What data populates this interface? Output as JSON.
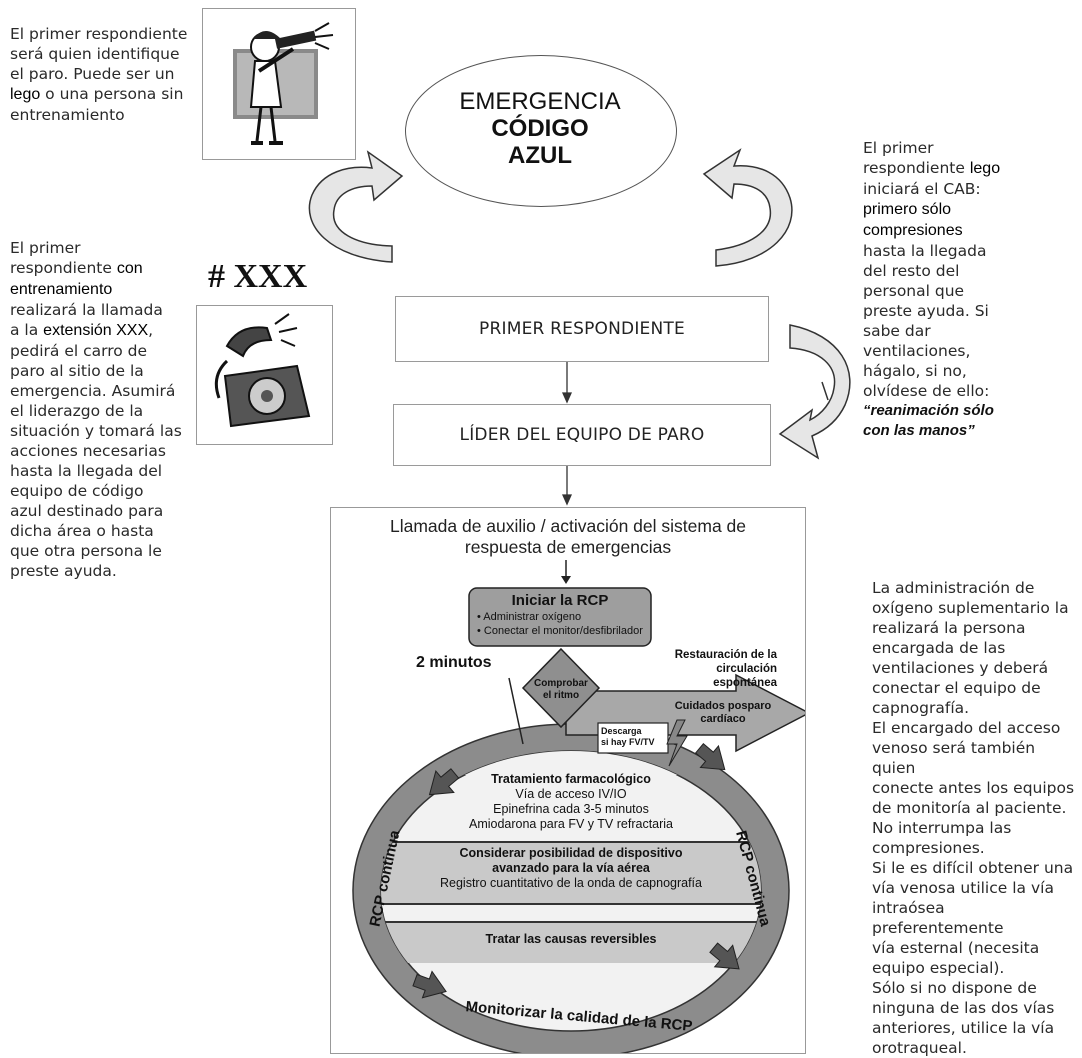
{
  "top_left_note": {
    "line1": "El primer respondiente",
    "line2": "será quien identifique",
    "line3": "el paro. Puede ser un",
    "lego": "lego",
    "line4_rest": " o una persona sin",
    "line5": "entrenamiento"
  },
  "emergency": {
    "line1": "EMERGENCIA",
    "line2": "CÓDIGO",
    "line3": "AZUL"
  },
  "ext_label": "# XXX",
  "left_note": {
    "l1": "El primer",
    "l2a": "respondiente ",
    "con": "con",
    "entrenamiento": "entrenamiento",
    "l4": "realizará la llamada",
    "l5a": "a la ",
    "ext": "extensión XXX",
    "l5b": ",",
    "l6": "pedirá el carro de",
    "l7": "paro al sitio de la",
    "l8": "emergencia. Asumirá",
    "l9": "el liderazgo de la",
    "l10": "situación y tomará las",
    "l11": "acciones necesarias",
    "l12": "hasta la llegada del",
    "l13": "equipo de código",
    "l14": "azul destinado para",
    "l15": "dicha área o hasta",
    "l16": "que otra persona le",
    "l17": "preste ayuda."
  },
  "right_note": {
    "l1": "El primer",
    "l2a": "respondiente ",
    "lego": "lego",
    "l3": "iniciará el CAB:",
    "primero": "primero  sólo",
    "compresiones": "compresiones",
    "l6": "hasta la llegada",
    "l7": "del resto del",
    "l8": "personal que",
    "l9": "preste ayuda. Si",
    "l10": "sabe dar",
    "l11": "ventilaciones,",
    "l12": "hágalo, si no,",
    "l13": "olvídese de ello:",
    "quote1": "“reanimación sólo",
    "quote2": "con las manos”"
  },
  "boxes": {
    "primer": "PRIMER RESPONDIENTE",
    "lider": "LÍDER DEL EQUIPO DE PARO"
  },
  "algorithm": {
    "call1": "Llamada de auxilio / activación del sistema de",
    "call2": "respuesta de emergencias",
    "start_title": "Iniciar la RCP",
    "start_b1": "• Administrar oxígeno",
    "start_b2": "• Conectar el monitor/desfibrilador",
    "two_min": "2 minutos",
    "rosc1": "Restauración de la",
    "rosc2": "circulación espontánea",
    "post1": "Cuidados posparo",
    "post2": "cardíaco",
    "check1": "Comprobar",
    "check2": "el ritmo",
    "shock1": "Descarga",
    "shock2": "si hay FV/TV",
    "drug_title": "Tratamiento farmacológico",
    "drug1": "Vía de acceso IV/IO",
    "drug2": "Epinefrina cada 3-5 minutos",
    "drug3": "Amiodarona para FV y TV refractaria",
    "air1": "Considerar posibilidad de dispositivo",
    "air2": "avanzado para la vía aérea",
    "air3": "Registro cuantitativo de la onda de capnografía",
    "causes": "Tratar las causas reversibles",
    "rcp_left": "RCP continua",
    "rcp_right": "RCP continua",
    "monitor": "Monitorizar la calidad de la RCP"
  },
  "bottom_right_note": [
    "La administración de",
    "oxígeno suplementario la",
    "realizará la persona",
    "encargada de las",
    "ventilaciones y deberá",
    "conectar el equipo de",
    "capnografía.",
    "El encargado del acceso",
    "venoso será también quien",
    "conecte antes los equipos",
    "de monitoría al paciente.",
    "No interrumpa las",
    "compresiones.",
    "Si le es difícil obtener una",
    "vía venosa utilice la vía",
    "intraósea preferentemente",
    "vía esternal (necesita",
    "equipo especial).",
    "Sólo si no dispone de",
    "ninguna de las dos vías",
    "anteriores, utilice la vía",
    "orotraqueal."
  ]
}
